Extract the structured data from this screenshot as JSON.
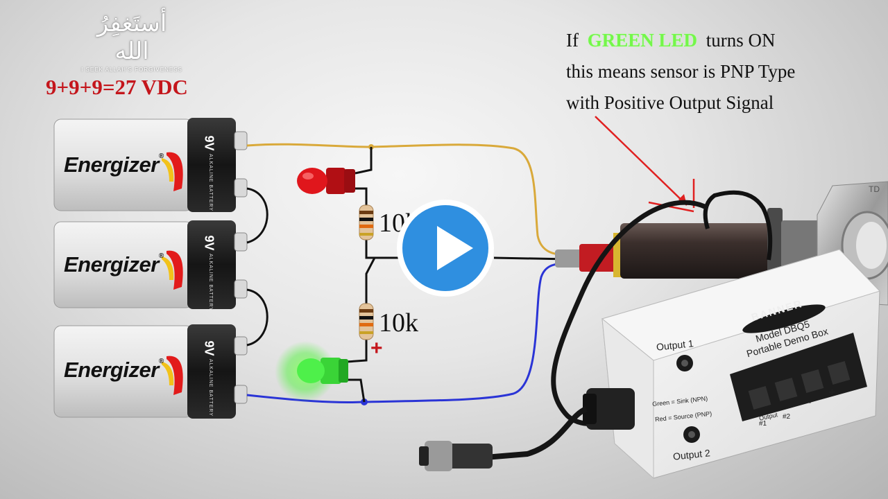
{
  "header": {
    "arabic_text": "أستَغفِرُ الله",
    "forgiveness_caption": "I SEEK ALLAH'S FORGIVENESS",
    "voltage_label": "9+9+9=27 VDC"
  },
  "note": {
    "prefix": "If",
    "highlight": "GREEN LED",
    "line1_rest": "turns ON",
    "line2": "this means sensor is PNP Type",
    "line3": "with Positive Output Signal",
    "highlight_color": "#74f74a"
  },
  "batteries": [
    {
      "brand": "Energizer",
      "reg": "®",
      "voltage": "9V",
      "subtitle": "ALKALINE BATTERY"
    },
    {
      "brand": "Energizer",
      "reg": "®",
      "voltage": "9V",
      "subtitle": "ALKALINE BATTERY"
    },
    {
      "brand": "Energizer",
      "reg": "®",
      "voltage": "9V",
      "subtitle": "ALKALINE BATTERY"
    }
  ],
  "circuit": {
    "resistor_top_label": "10k",
    "resistor_bottom_label": "10k",
    "plus_sign": "+",
    "red_led_color": "#e0161c",
    "green_led_color": "#3fe83a",
    "positive_wire_color": "#d9a93a",
    "negative_wire_color": "#2a34d6"
  },
  "demo_box": {
    "brand": "BANNER",
    "model_line1": "Model DBQ5",
    "model_line2": "Portable Demo Box",
    "output1": "Output 1",
    "output2": "Output 2",
    "legend_green": "Green = Sink (NPN)",
    "legend_red": "Red = Source (PNP)",
    "terminal_caption": "Output",
    "terminal_1": "#1",
    "terminal_2": "#2",
    "terminal_minus": "-",
    "terminal_plus": "+"
  },
  "sensor": {
    "nut_text": "TD"
  },
  "video": {
    "play_icon": "play-icon"
  }
}
